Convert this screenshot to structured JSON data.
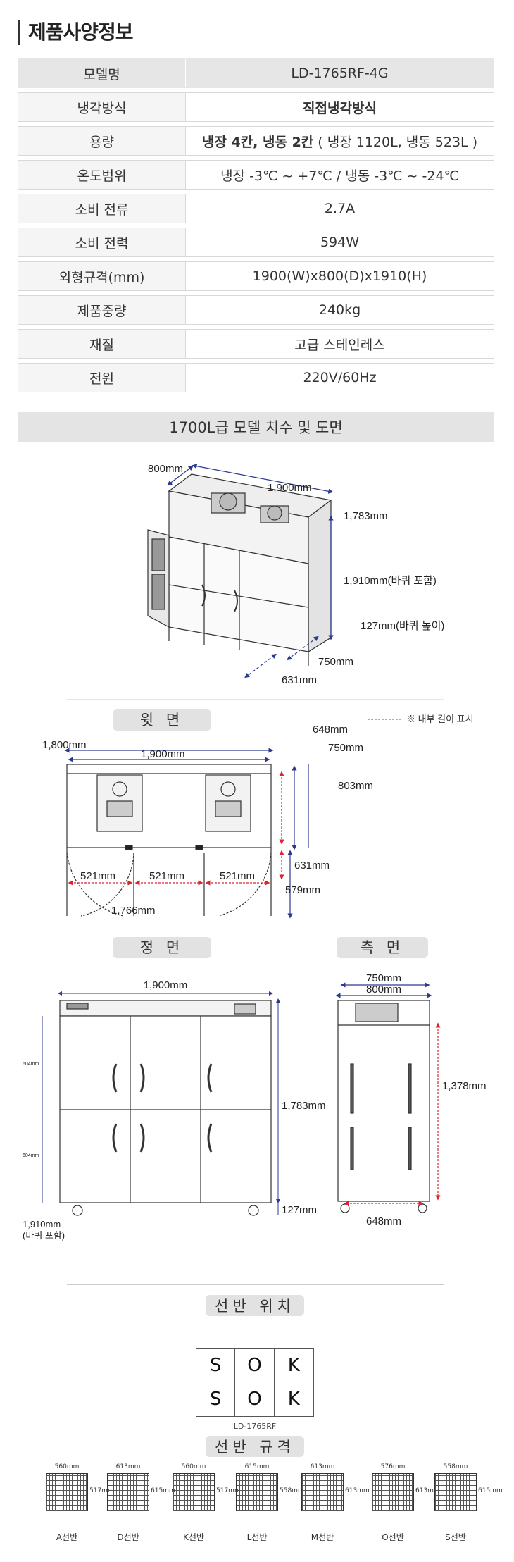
{
  "title": "제품사양정보",
  "spec_rows": [
    {
      "key": "모델명",
      "value": "LD-1765RF-4G"
    },
    {
      "key": "냉각방식",
      "value": "직접냉각방식"
    },
    {
      "key": "용량",
      "value_bold": "냉장 4칸, 냉동 2칸",
      "value": "( 냉장 1120L, 냉동 523L )"
    },
    {
      "key": "온도범위",
      "value": "냉장 -3℃ ~ +7℃ / 냉동 -3℃ ~ -24℃"
    },
    {
      "key": "소비 전류",
      "value": "2.7A"
    },
    {
      "key": "소비 전력",
      "value": "594W"
    },
    {
      "key": "외형규격(mm)",
      "value": "1900(W)x800(D)x1910(H)"
    },
    {
      "key": "제품중량",
      "value": "240kg"
    },
    {
      "key": "재질",
      "value": "고급 스테인레스"
    },
    {
      "key": "전원",
      "value": "220V/60Hz"
    }
  ],
  "dimension_bar": "1700L급 모델 치수 및 도면",
  "iso_view": {
    "depth": "800mm",
    "width": "1,900mm",
    "body_height": "1,783mm",
    "total_height": "1,910mm(바퀴 포함)",
    "wheel_height": "127mm(바퀴 높이)",
    "inner_depth": "750mm",
    "door_open": "631mm"
  },
  "top_view": {
    "label": "윗 면",
    "note": "※ 내부 길이 표시",
    "outer_width": "1,800mm",
    "inner_width": "1,900mm",
    "inner_depth": "648mm",
    "depth_750": "750mm",
    "depth_803": "803mm",
    "door_631": "631mm",
    "door_579": "579mm",
    "door_a": "521mm",
    "door_b": "521mm",
    "door_c": "521mm",
    "swing": "1,766mm"
  },
  "front_view": {
    "label": "정 면",
    "width": "1,900mm",
    "body_height": "1,783mm",
    "wheel": "127mm",
    "total": "1,910mm",
    "total_note": "(바퀴 포함)",
    "door_upper": "604mm",
    "door_lower": "604mm"
  },
  "side_view": {
    "label": "측 면",
    "inner": "750mm",
    "outer": "800mm",
    "inner_height": "1,378mm",
    "inner_depth": "648mm"
  },
  "shelf_position": {
    "label": "선반 위치",
    "cells": [
      "S",
      "O",
      "K",
      "S",
      "O",
      "K"
    ],
    "caption": "LD-1765RF"
  },
  "shelf_spec": {
    "label": "선반 규격",
    "items": [
      {
        "w": "560mm",
        "h": "517mm",
        "name": "A선반"
      },
      {
        "w": "613mm",
        "h": "615mm",
        "name": "D선반"
      },
      {
        "w": "560mm",
        "h": "517mm",
        "name": "K선반"
      },
      {
        "w": "615mm",
        "h": "558mm",
        "name": "L선반"
      },
      {
        "w": "613mm",
        "h": "613mm",
        "name": "M선반"
      },
      {
        "w": "576mm",
        "h": "613mm",
        "name": "O선반"
      },
      {
        "w": "558mm",
        "h": "615mm",
        "name": "S선반"
      }
    ]
  },
  "colors": {
    "accent": "#2aa5b3",
    "dim_red": "#d9262c",
    "dim_blue": "#2b3a8f"
  }
}
